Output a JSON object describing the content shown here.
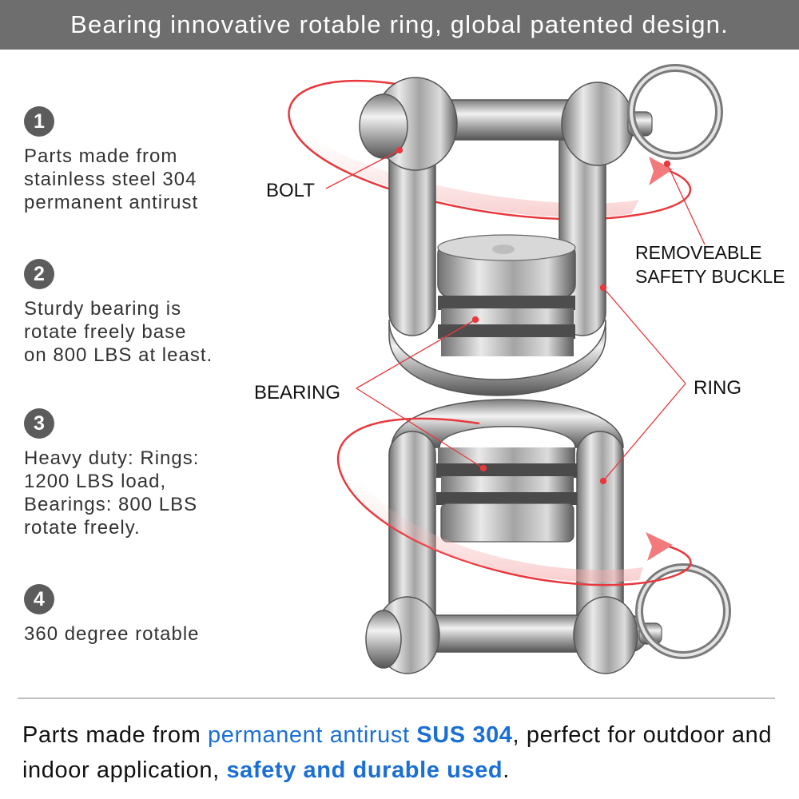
{
  "header": {
    "title": "Bearing innovative rotable ring, global patented design."
  },
  "features": [
    {
      "number": "1",
      "text": "Parts made from\nstainless steel 304\npermanent antirust"
    },
    {
      "number": "2",
      "text": "Sturdy bearing is\nrotate freely base\non 800 LBS at least."
    },
    {
      "number": "3",
      "text": "Heavy duty: Rings:\n1200 LBS load,\nBearings: 800 LBS\nrotate freely."
    },
    {
      "number": "4",
      "text": "360 degree rotable"
    }
  ],
  "labels": {
    "bolt": "BOLT",
    "buckle": "REMOVEABLE\nSAFETY BUCKLE",
    "bearing": "BEARING",
    "ring": "RING"
  },
  "footer": {
    "p1": "Parts made from ",
    "p2": "permanent antirust ",
    "p3": "SUS 304",
    "p4": ", perfect for outdoor and indoor application, ",
    "p5": "safety and durable used",
    "p6": "."
  },
  "colors": {
    "banner": "#6e6e6e",
    "accent_blue": "#1a6fd6",
    "pointer_red": "#e8383d"
  }
}
